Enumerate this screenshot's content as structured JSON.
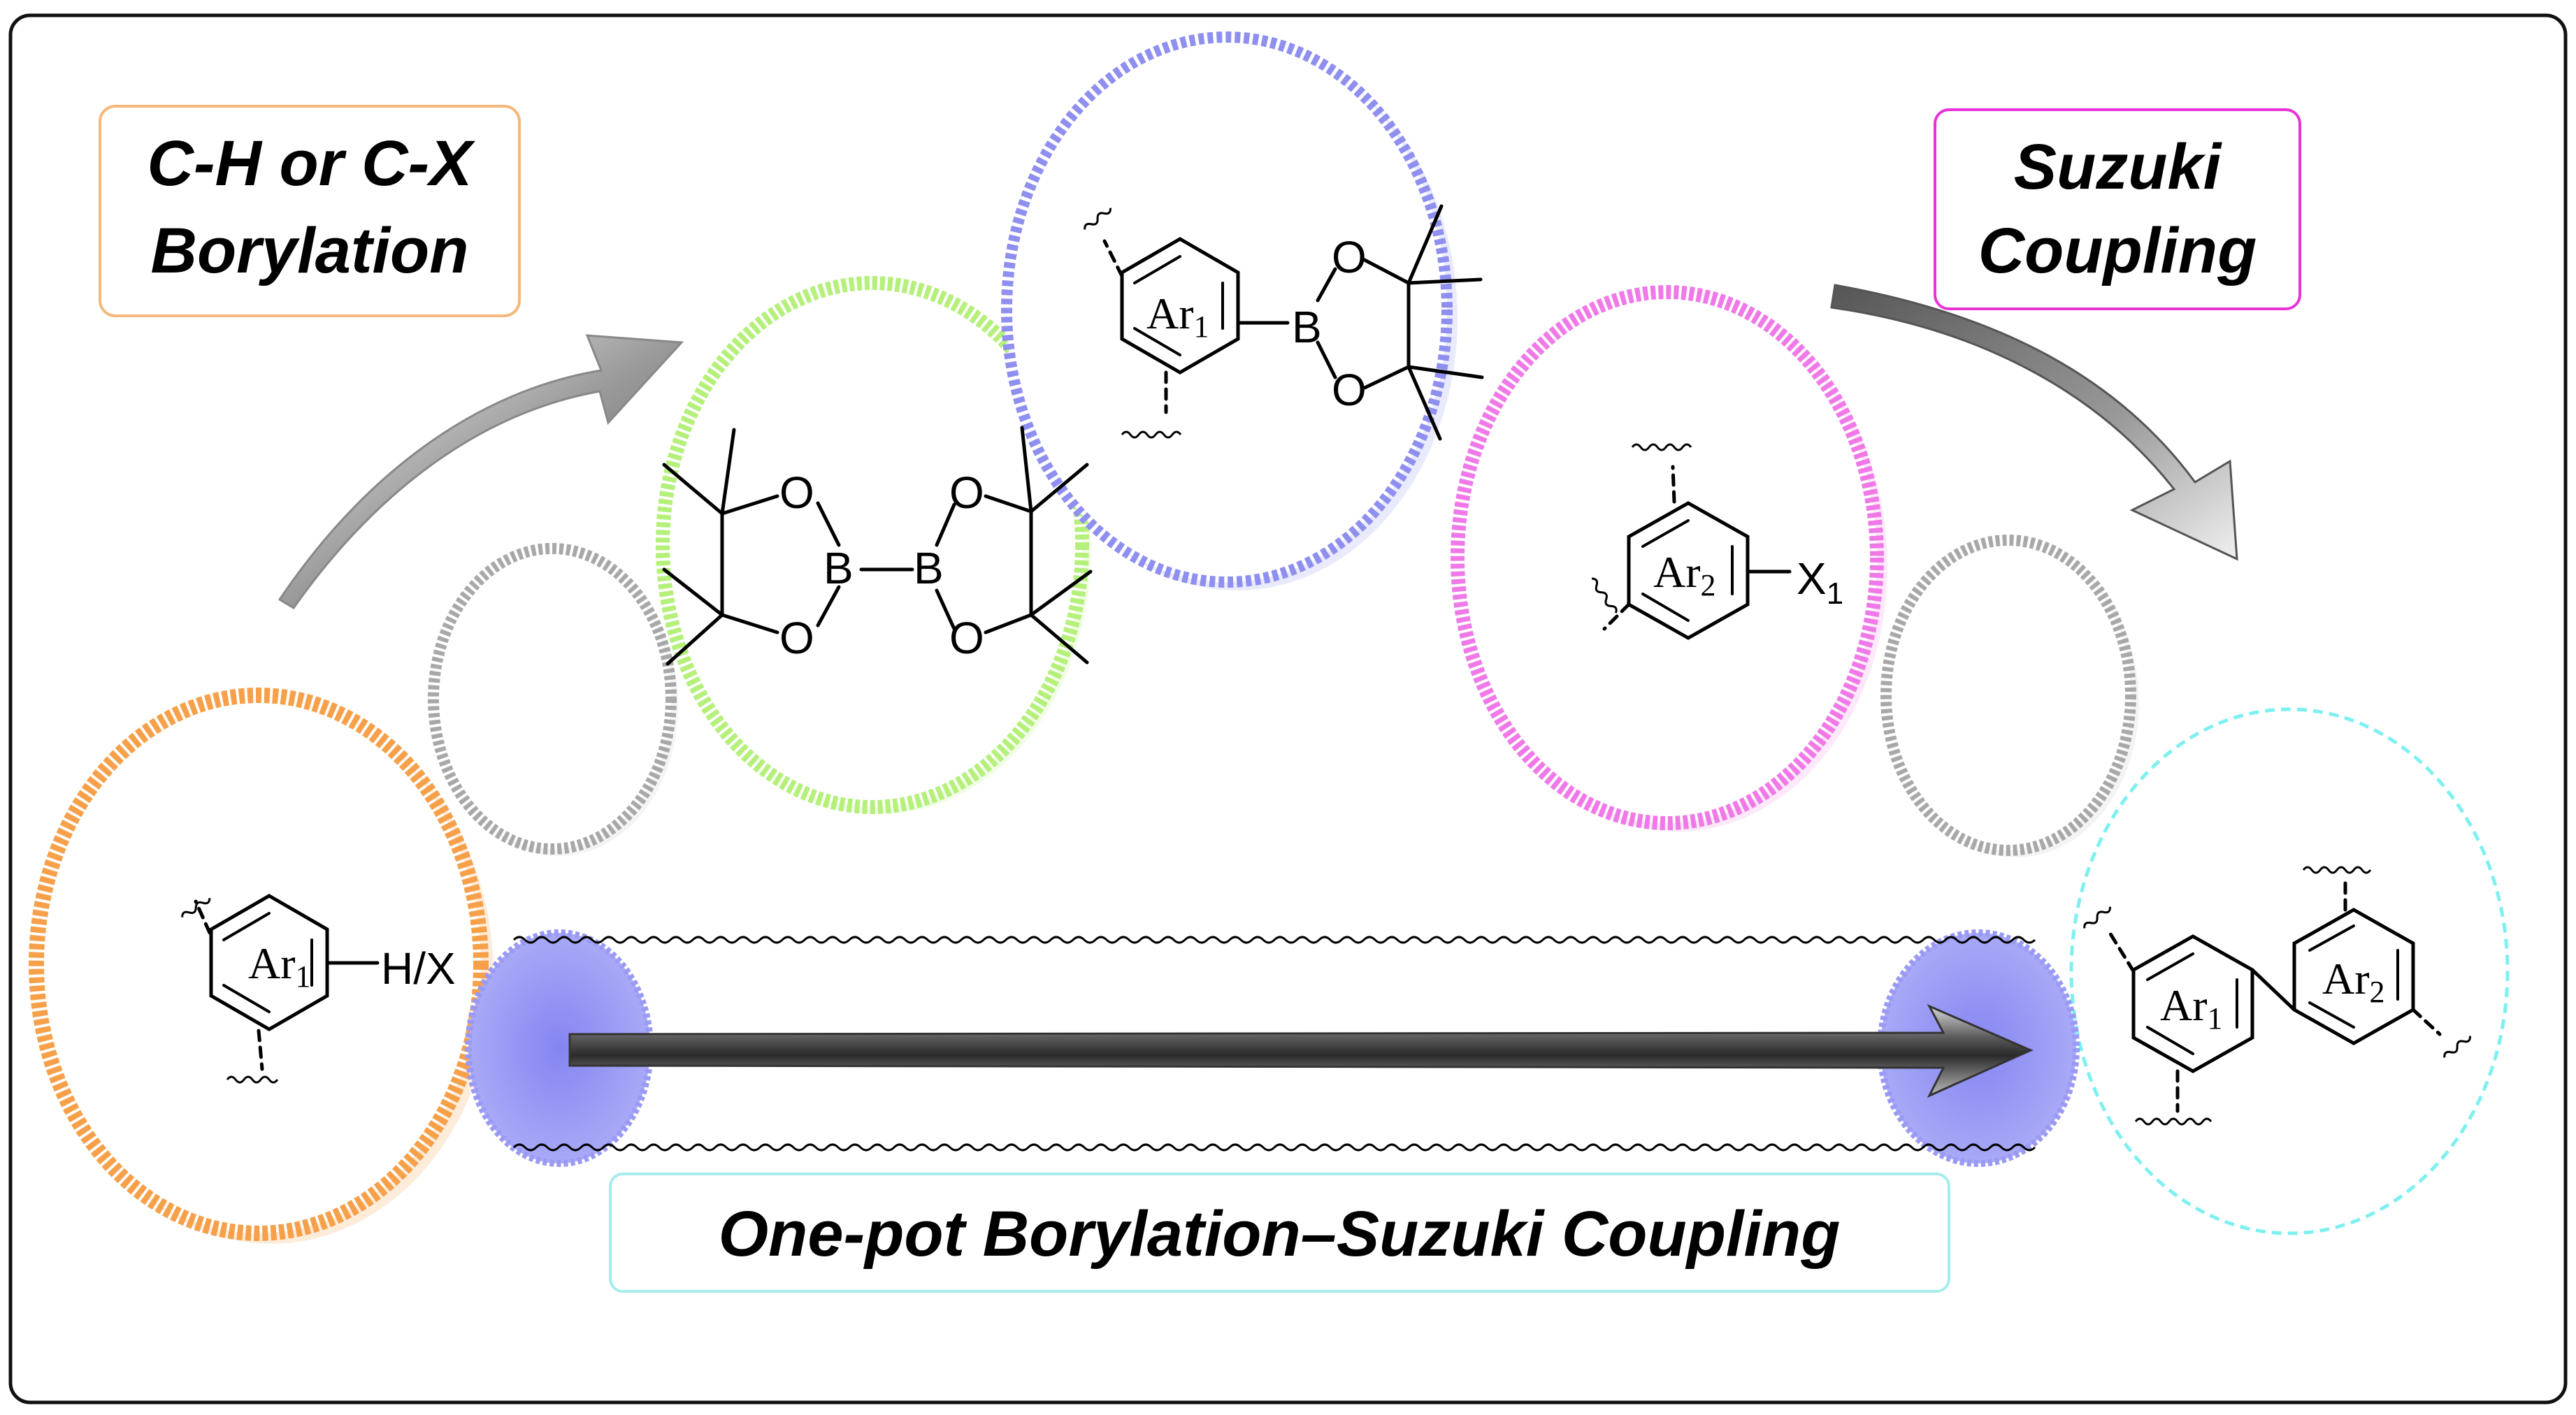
{
  "labels": {
    "borylation_line1": "C-H or C-X",
    "borylation_line2": "Borylation",
    "suzuki_line1": "Suzuki",
    "suzuki_line2": "Coupling",
    "onepot": "One-pot Borylation–Suzuki Coupling"
  },
  "atoms": {
    "ar": "Ar",
    "sub1": "1",
    "sub2": "2",
    "hx": "H/X",
    "b": "B",
    "o": "O",
    "x": "X",
    "x_sub": "1"
  },
  "colors": {
    "orange": "#f7a04a",
    "green": "#b4f07a",
    "purple": "#8f8ff0",
    "magenta": "#f079e8",
    "cyan": "#7ff0f0",
    "gray": "#a8a8a8",
    "blue_fill": "#9797f5",
    "borylation_box": "#f7b77a",
    "suzuki_box": "#e832d8",
    "onepot_box": "#a7ecec"
  }
}
